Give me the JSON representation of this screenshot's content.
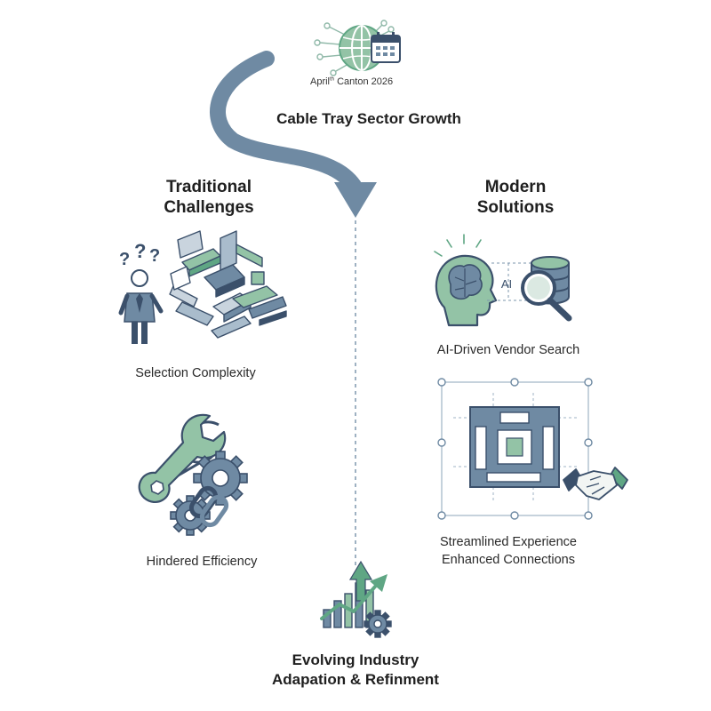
{
  "colors": {
    "steel_blue": "#6f8aa3",
    "dark_navy": "#3b506b",
    "mint": "#93c3a6",
    "teal_green": "#5fa684",
    "dashed_line": "#7e97ad",
    "text": "#222222"
  },
  "hub": {
    "date_month": "April",
    "date_superscript": "th",
    "date_place_year": "Canton 2026",
    "icons": [
      "globe-icon",
      "calendar-icon"
    ]
  },
  "flow": {
    "title": "Cable Tray Sector Growth"
  },
  "left_column": {
    "heading_line1": "Traditional",
    "heading_line2": "Challenges",
    "items": [
      {
        "label": "Selection Complexity",
        "icon": "confused-person-with-parts-icon",
        "marks": "? ? ?"
      },
      {
        "label": "Hindered Efficiency",
        "icon": "wrench-gears-chain-icon"
      }
    ]
  },
  "right_column": {
    "heading_line1": "Modern",
    "heading_line2": "Solutions",
    "items": [
      {
        "label": "AI-Driven Vendor Search",
        "icon": "ai-brain-database-search-icon",
        "ai_badge": "AI"
      },
      {
        "label_line1": "Streamlined Experience",
        "label_line2": "Enhanced Connections",
        "icon": "blueprint-handshake-icon"
      }
    ]
  },
  "bottom": {
    "heading_line1": "Evolving Industry",
    "heading_line2": "Adapation & Refinment",
    "icon": "growth-chart-gear-icon"
  }
}
